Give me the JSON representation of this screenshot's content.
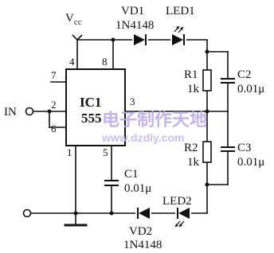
{
  "supply": {
    "label": "V",
    "subscript": "cc"
  },
  "input": {
    "label": "IN"
  },
  "ic": {
    "ref": "IC1",
    "part": "555",
    "pins": {
      "p1": "1",
      "p2": "2",
      "p3": "3",
      "p4": "4",
      "p5": "5",
      "p6": "6",
      "p7": "7",
      "p8": "8"
    }
  },
  "vd1": {
    "ref": "VD1",
    "part": "1N4148"
  },
  "led1": {
    "ref": "LED1"
  },
  "r1": {
    "ref": "R1",
    "value": "1k"
  },
  "c2": {
    "ref": "C2",
    "value": "0.01μ"
  },
  "r2": {
    "ref": "R2",
    "value": "1k"
  },
  "c3": {
    "ref": "C3",
    "value": "0.01μ"
  },
  "c1": {
    "ref": "C1",
    "value": "0.01μ"
  },
  "led2": {
    "ref": "LED2"
  },
  "vd2": {
    "ref": "VD2",
    "part": "1N4148"
  },
  "watermark": {
    "cn": "电子制作天地",
    "url": "www.dzdiy.com"
  }
}
